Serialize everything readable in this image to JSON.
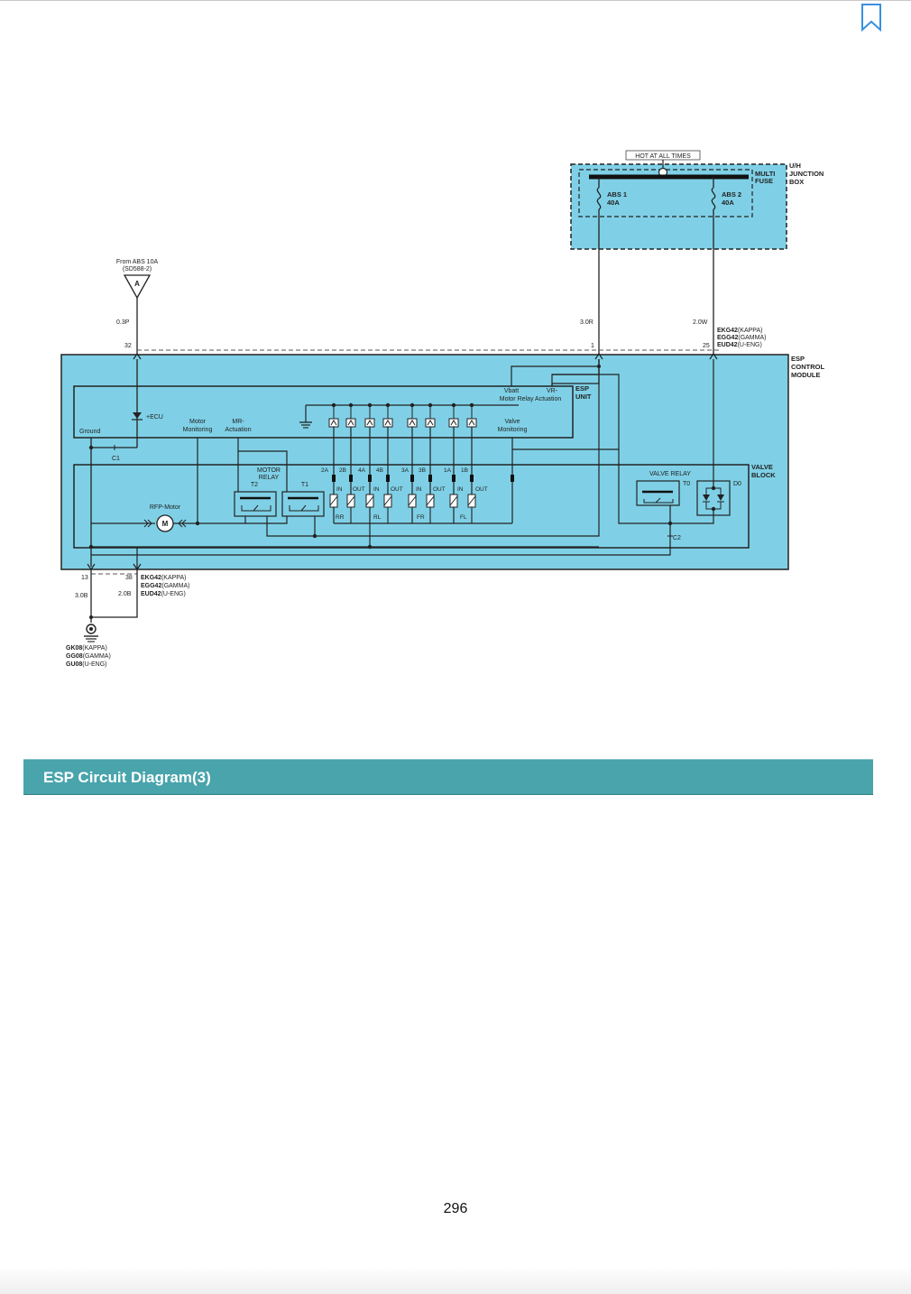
{
  "diagram": {
    "hot_label": "HOT AT ALL TIMES",
    "junction_box": [
      "U/H",
      "JUNCTION",
      "BOX"
    ],
    "multi_fuse": [
      "MULTI",
      "FUSE"
    ],
    "fuse1": [
      "ABS 1",
      "40A"
    ],
    "fuse2": [
      "ABS 2",
      "40A"
    ],
    "from_abs": [
      "From ABS 10A",
      "(SD588-2)"
    ],
    "connector_a": "A",
    "wire_03p": "0.3P",
    "wire_30r": "3.0R",
    "wire_20w": "2.0W",
    "pin_32": "32",
    "pin_1": "1",
    "pin_25": "25",
    "conn_top": [
      {
        "code": "EKG42",
        "suffix": "(KAPPA)"
      },
      {
        "code": "EGG42",
        "suffix": "(GAMMA)"
      },
      {
        "code": "EUD42",
        "suffix": "(U-ENG)"
      }
    ],
    "esp_control_module": [
      "ESP",
      "CONTROL",
      "MODULE"
    ],
    "esp_unit": [
      "ESP",
      "UNIT"
    ],
    "vbatt": "Vbatt",
    "vr": "VR-",
    "motor_relay_actuation": "Motor Relay Actuation",
    "ecu": "+ECU",
    "ground_label": "Ground",
    "motor_monitoring": [
      "Motor",
      "Monitoring"
    ],
    "mr_actuation": [
      "MR-",
      "Actuation"
    ],
    "valve_monitoring": [
      "Valve",
      "Monitoring"
    ],
    "c1": "C1",
    "c2": "C2",
    "valve_block": [
      "VALVE",
      "BLOCK"
    ],
    "motor_relay": [
      "MOTOR",
      "RELAY"
    ],
    "t2": "T2",
    "t1": "T1",
    "rfp_motor": "RFP-Motor",
    "motor_m": "M",
    "valve_pins": [
      "2A",
      "2B",
      "4A",
      "4B",
      "3A",
      "3B",
      "1A",
      "1B"
    ],
    "valve_io": [
      "IN",
      "OUT",
      "IN",
      "OUT",
      "IN",
      "OUT",
      "IN",
      "OUT"
    ],
    "wheels": [
      "RR",
      "RL",
      "FR",
      "FL"
    ],
    "valve_relay": "VALVE RELAY",
    "t0": "T0",
    "d0": "D0",
    "pin_13": "13",
    "pin_38": "38",
    "wire_30b": "3.0B",
    "wire_20b": "2.0B",
    "conn_bottom": [
      {
        "code": "EKG42",
        "suffix": "(KAPPA)"
      },
      {
        "code": "EGG42",
        "suffix": "(GAMMA)"
      },
      {
        "code": "EUD42",
        "suffix": "(U-ENG)"
      }
    ],
    "ground_codes": [
      {
        "code": "GK08",
        "suffix": "(KAPPA)"
      },
      {
        "code": "GG08",
        "suffix": "(GAMMA)"
      },
      {
        "code": "GU08",
        "suffix": "(U-ENG)"
      }
    ],
    "colors": {
      "module_fill": "#7fd0e6",
      "wire": "#1a1a1a",
      "section_bar": "#49a4ac"
    }
  },
  "section_title": "ESP Circuit Diagram(3)",
  "page_number": "296"
}
